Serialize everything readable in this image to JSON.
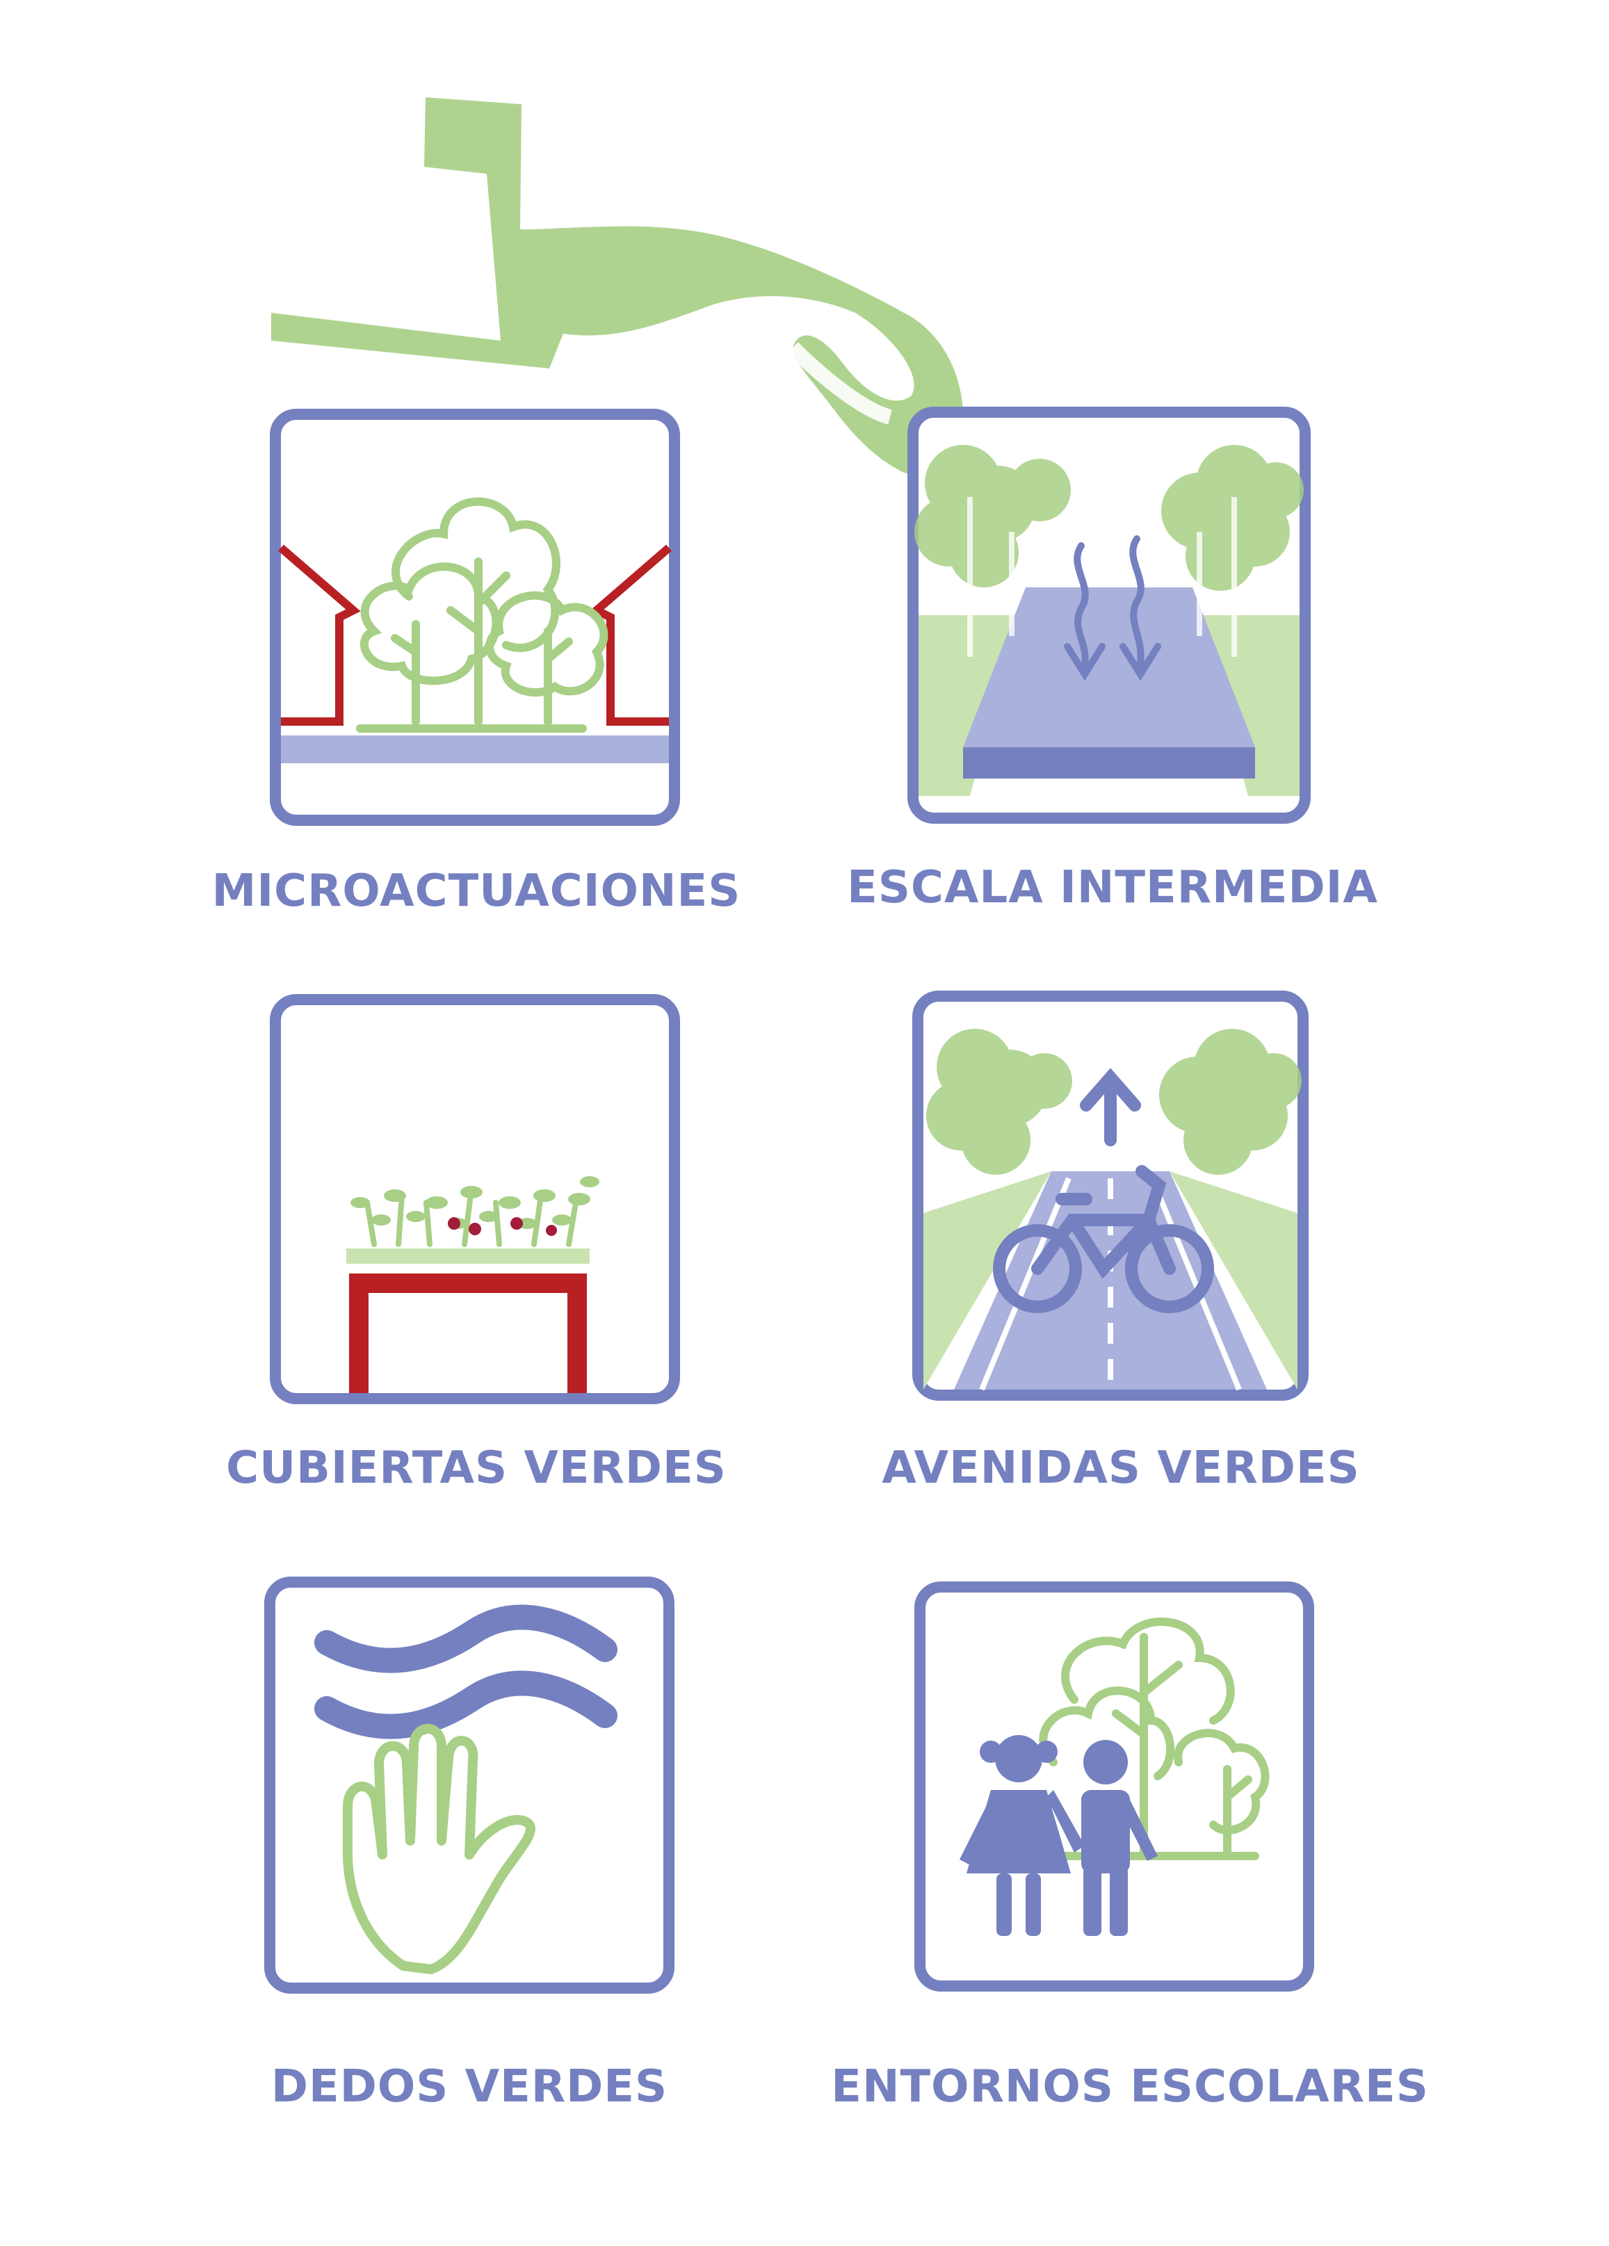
{
  "colors": {
    "frame": "#7480bf",
    "green": "#a7cf86",
    "green_light": "#c9e3b0",
    "red": "#b82024",
    "blue_fill": "#a9b1dc",
    "blue_dark": "#7480bf",
    "flower": "#a31d3a"
  },
  "hand_icon": "grabbing-hand-icon",
  "cards": [
    {
      "label": "MICROACTUACIONES",
      "icon": "trees-between-buildings-icon"
    },
    {
      "label": "ESCALA INTERMEDIA",
      "icon": "permeable-street-icon"
    },
    {
      "label": "CUBIERTAS VERDES",
      "icon": "green-roof-icon"
    },
    {
      "label": "AVENIDAS VERDES",
      "icon": "bike-lane-avenue-icon"
    },
    {
      "label": "DEDOS VERDES",
      "icon": "hand-and-waves-icon"
    },
    {
      "label": "ENTORNOS ESCOLARES",
      "icon": "children-school-icon"
    }
  ]
}
